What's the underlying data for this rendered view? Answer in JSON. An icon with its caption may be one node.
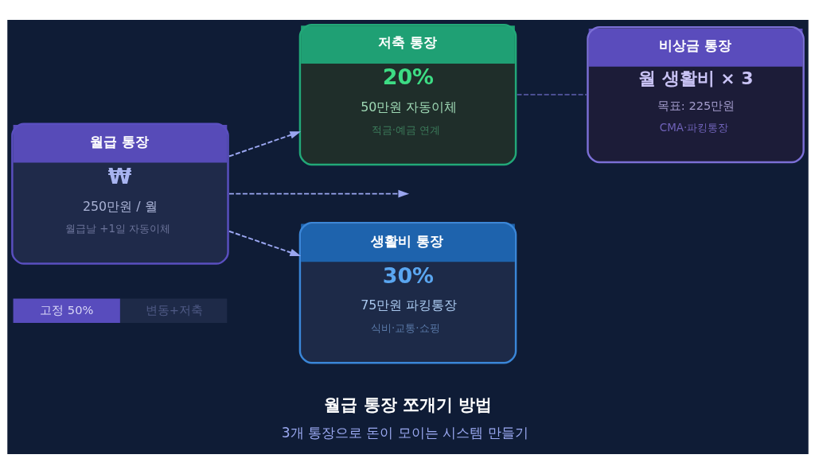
{
  "diagram": {
    "title": "월급 통장 쪼개기 방법",
    "caption": "3개 통장으로 돈이 모이는 시스템 만들기",
    "nodes": [
      {
        "text": [
          "월급 통장",
          "₩",
          "250만원 / 월",
          "월급날 +1일 자동이체"
        ]
      },
      {
        "text": [
          "저축 통장",
          "20%",
          "50만원 자동이체",
          "적금·예금 연계"
        ]
      },
      {
        "text": [
          "생활비 통장",
          "30%",
          "75만원 파킹통장",
          "식비·교통·쇼핑"
        ]
      },
      {
        "text": [
          "비상금 통장",
          "월 생활비 × 3",
          "목표: 225만원",
          "CMA·파킹통장"
        ]
      },
      {
        "text": [
          "고정 50%",
          "변동+저축"
        ]
      }
    ],
    "edges": [
      {
        "from": 0,
        "to": 1,
        "arrow": "to",
        "style": "dashed"
      },
      {
        "from": 0,
        "to": null,
        "arrow": "to",
        "style": "dashed"
      },
      {
        "from": 0,
        "to": 2,
        "arrow": "to",
        "style": "dashed"
      },
      {
        "from": 1,
        "to": 3,
        "arrow": "none",
        "style": "dashed",
        "color": "#4b4f93"
      }
    ]
  }
}
